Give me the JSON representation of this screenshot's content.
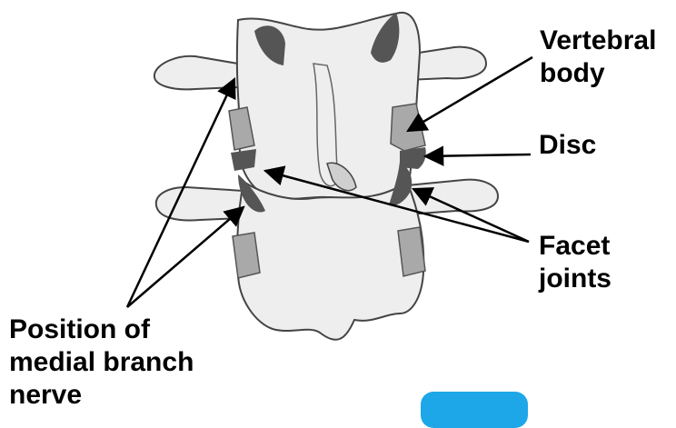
{
  "labels": {
    "vertebral_body_line1": "Vertebral",
    "vertebral_body_line2": "body",
    "disc": "Disc",
    "facet_joints_line1": "Facet",
    "facet_joints_line2": "joints",
    "medial_branch_line1": "Position of",
    "medial_branch_line2": "medial branch",
    "medial_branch_line3": "nerve"
  },
  "colors": {
    "bone": "#eeeeee",
    "bone_outline": "#444444",
    "vertebral_body_shade": "#a9a9a9",
    "facet_joint_dark": "#555555",
    "arrow": "#000000",
    "button": "#1ea7e8"
  }
}
